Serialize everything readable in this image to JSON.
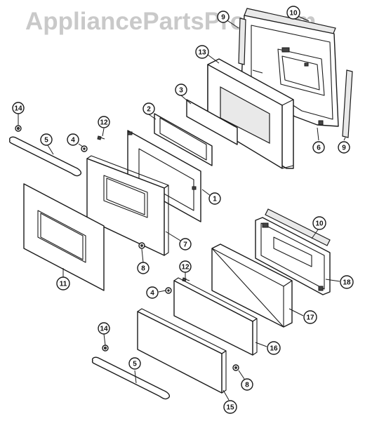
{
  "watermark": "AppliancePartsPros.com",
  "callouts": {
    "c1": "1",
    "c2": "2",
    "c3": "3",
    "c4a": "4",
    "c4b": "4",
    "c5a": "5",
    "c5b": "5",
    "c6": "6",
    "c7": "7",
    "c8a": "8",
    "c8b": "8",
    "c9a": "9",
    "c9b": "9",
    "c10a": "10",
    "c10b": "10",
    "c11": "11",
    "c12a": "12",
    "c12b": "12",
    "c13": "13",
    "c14a": "14",
    "c14b": "14",
    "c15": "15",
    "c16": "16",
    "c17": "17",
    "c18": "18"
  }
}
